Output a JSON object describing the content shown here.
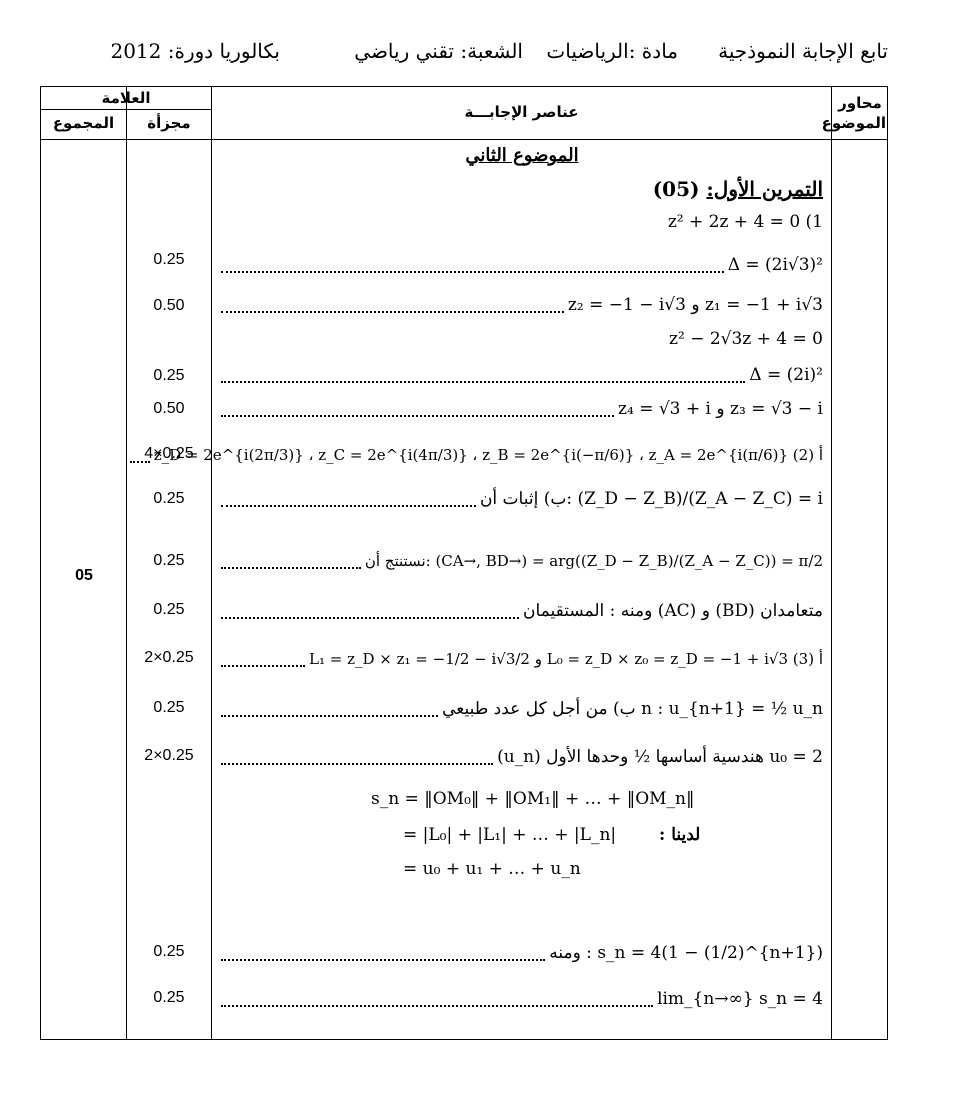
{
  "header": {
    "continuation": "تابع الإجابة النموذجية",
    "subject": "مادة :الرياضيات",
    "branch": "الشعبة: تقني رياضي",
    "session": "بكالوريا دورة: 2012"
  },
  "columns": {
    "axes": "محاور الموضوع",
    "elements": "عناصر الإجابـــة",
    "grade": "العلامة",
    "partial": "مجزأة",
    "total": "المجموع"
  },
  "topic_title": "الموضوع الثاني",
  "exercise": {
    "label": "التمرين الأول:",
    "points": "(05)"
  },
  "total_score": "05",
  "rows": [
    {
      "text": "z² + 2z + 4 = 0  (1",
      "score": "",
      "dots": false
    },
    {
      "text": "Δ = (2i√3)²",
      "score": "0.25",
      "dots": true
    },
    {
      "text": "z₂ = −1 − i√3  و  z₁ = −1 + i√3",
      "score": "0.50",
      "dots": true
    },
    {
      "text": "z² − 2√3z + 4 = 0",
      "score": "",
      "dots": false
    },
    {
      "text": "Δ = (2i)²",
      "score": "0.25",
      "dots": true
    },
    {
      "text": "z₄ = √3 + i  و  z₃ = √3 − i",
      "score": "0.50",
      "dots": true
    },
    {
      "text": "z_D = 2e^{i(2π/3)} ، z_C = 2e^{i(4π/3)} ، z_B = 2e^{i(−π/6)} ، z_A = 2e^{i(π/6)}  (أ (2",
      "score": "4×0.25",
      "dots": true
    },
    {
      "text": "ب) إثبات أن:  (Z_D − Z_B)/(Z_A − Z_C) = i",
      "score": "0.25",
      "dots": true
    },
    {
      "text": "نستنتج أن:  (CA→, BD→) = arg((Z_D − Z_B)/(Z_A − Z_C)) = π/2",
      "score": "0.25",
      "dots": true
    },
    {
      "text": "ومنه : المستقيمان (AC) و (BD) متعامدان",
      "score": "0.25",
      "dots": true
    },
    {
      "text": "L₁ = z_D × z₁ = −1/2 − i√3/2  و  L₀ = z_D × z₀ = z_D = −1 + i√3  (أ  (3",
      "score": "2×0.25",
      "dots": true
    },
    {
      "text": "ب) من أجل كل عدد طبيعي n :  u_{n+1} = ½ u_n",
      "score": "0.25",
      "dots": true
    },
    {
      "text": "(u_n) هندسية أساسها ½ وحدها الأول u₀ = 2",
      "score": "2×0.25",
      "dots": true
    },
    {
      "text": "ومنه :  s_n = 4(1 − (1/2)^{n+1})",
      "score": "0.25",
      "dots": true
    },
    {
      "text": "lim_{n→∞} s_n = 4",
      "score": "0.25",
      "dots": true
    }
  ],
  "sum_block": {
    "label": "لدينا :",
    "l1": "s_n = ‖OM₀‖ + ‖OM₁‖ + … + ‖OM_n‖",
    "l2": "= |L₀| + |L₁| + … + |L_n|",
    "l3": "= u₀ + u₁ + … + u_n"
  }
}
